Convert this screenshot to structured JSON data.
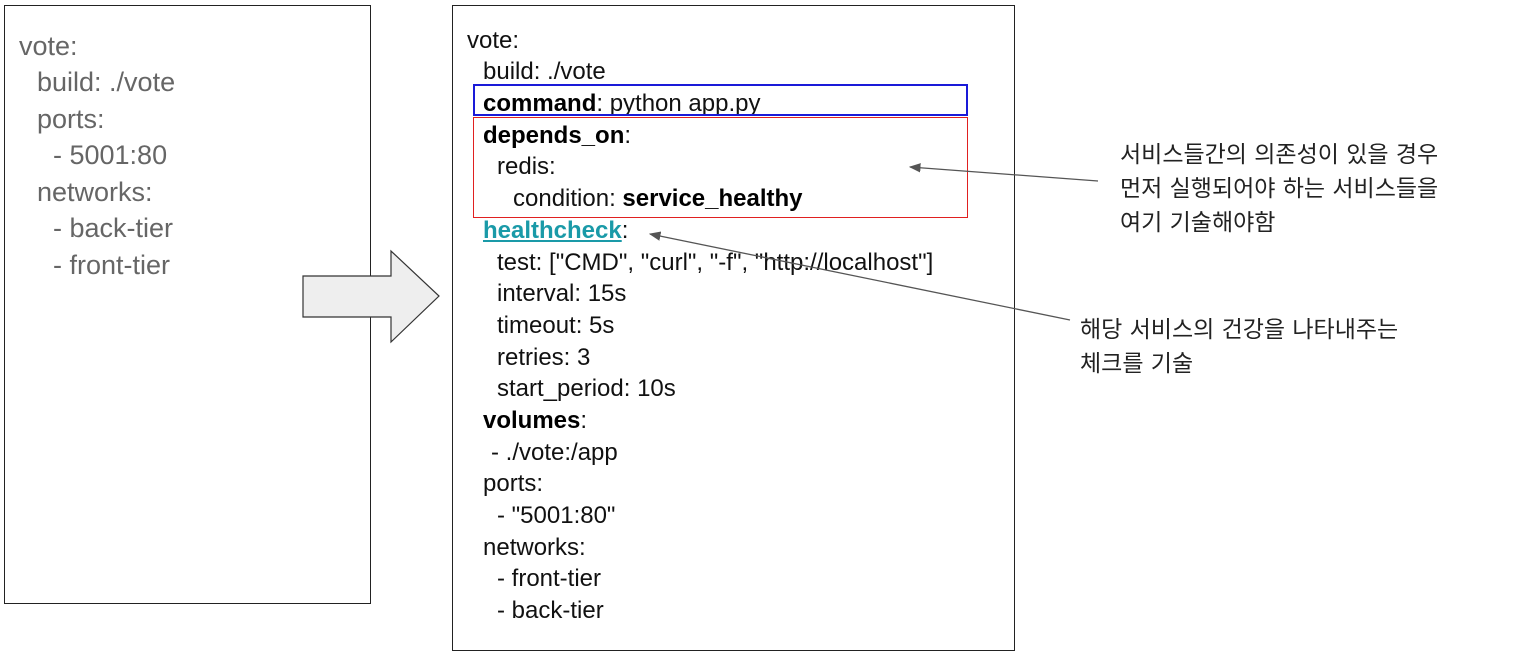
{
  "left_code": [
    {
      "indent": 0,
      "text": "vote:"
    },
    {
      "indent": 1,
      "text": "build: ./vote"
    },
    {
      "indent": 1,
      "text": "ports:"
    },
    {
      "indent": 2,
      "text": "- 5001:80"
    },
    {
      "indent": 1,
      "text": "networks:"
    },
    {
      "indent": 2,
      "text": "- back-tier"
    },
    {
      "indent": 2,
      "text": "- front-tier"
    }
  ],
  "right_code": {
    "vote": "vote:",
    "build": "build: ./vote",
    "command_key": "command",
    "command_value": ": python app.py",
    "depends_on_key": "depends_on",
    "depends_on_colon": ":",
    "redis": "redis:",
    "condition_key": "condition: ",
    "condition_value": "service_healthy",
    "healthcheck_key": "healthcheck",
    "healthcheck_colon": ":",
    "test": "test: [\"CMD\", \"curl\", \"-f\", \"http://localhost\"]",
    "interval": "interval: 15s",
    "timeout": "timeout: 5s",
    "retries": "retries: 3",
    "start_period": "start_period: 10s",
    "volumes_key": "volumes",
    "volumes_colon": ":",
    "volume_item": "- ./vote:/app",
    "ports": "ports:",
    "port_item": "- \"5001:80\"",
    "networks": "networks:",
    "network_item_1": "- front-tier",
    "network_item_2": "- back-tier"
  },
  "notes": {
    "depends_on": "서비스들간의 의존성이 있을 경우\n먼저 실행되어야 하는 서비스들을\n여기 기술해야함",
    "healthcheck": "해당 서비스의 건강을 나타내주는\n체크를 기술"
  },
  "colors": {
    "command_box": "#1a1ad8",
    "depends_box": "#e02020",
    "healthcheck_link": "#1a9aa8",
    "arrow_fill": "#eeeeee"
  }
}
